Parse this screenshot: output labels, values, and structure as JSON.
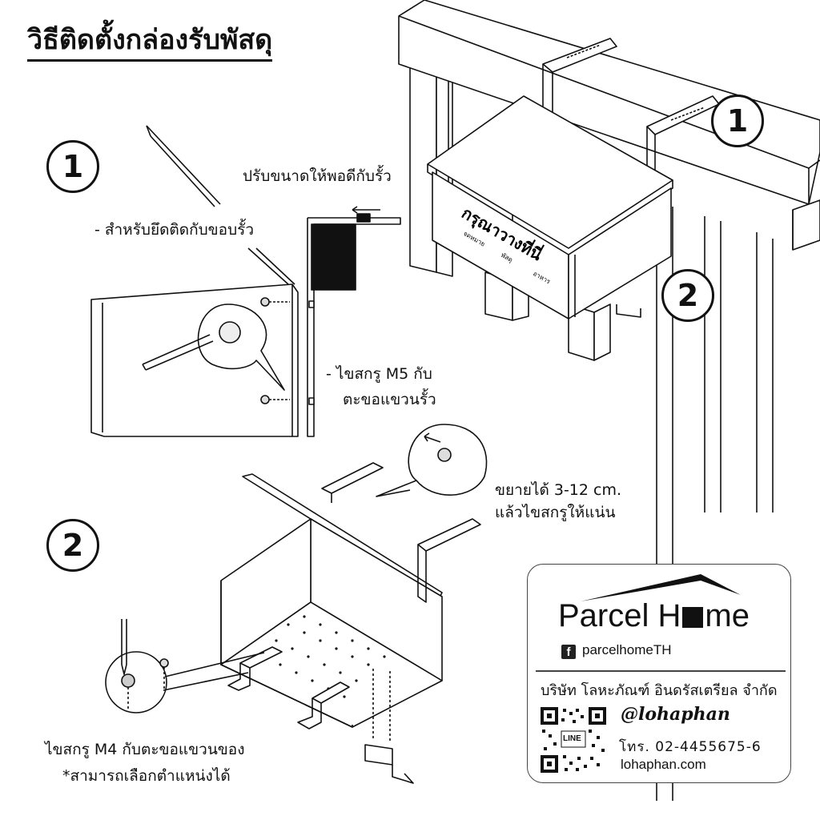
{
  "title": "วิธีติดตั้งกล่องรับพัสดุ",
  "steps": {
    "step1_number": "1",
    "step2_number": "2",
    "top_right_1": "1",
    "top_right_2": "2"
  },
  "labels": {
    "adjust_size": "ปรับขนาดให้พอดีกับรั้ว",
    "for_fence_edge": "- สำหรับยึดติดกับขอบรั้ว",
    "screw_m5_line1": "- ไขสกรู M5 กับ",
    "screw_m5_line2": "ตะขอแขวนรั้ว",
    "extend_line1": "ขยายได้ 3-12 cm.",
    "extend_line2": "แล้วไขสกรูให้แน่น",
    "screw_m4_line1": "ไขสกรู M4 กับตะขอแขวนของ",
    "screw_m4_line2": "*สามารถเลือกตำแหน่งได้"
  },
  "box_print": {
    "headline": "กรุณาวางที่นี่",
    "item1": "จดหมาย",
    "item2": "พัสดุ",
    "item3": "อาหาร"
  },
  "card": {
    "brand_part1": "Parcel H",
    "brand_part2": "me",
    "facebook_icon": "facebook-icon",
    "facebook_handle": "parcelhomeTH",
    "company": "บริษัท โลหะภัณฑ์ อินดรัสเตรียล จำกัด",
    "qr_label": "LINE",
    "line_handle": "@lohaphan",
    "phone": "โทร.  02-4455675-6",
    "website": "lohaphan.com"
  }
}
